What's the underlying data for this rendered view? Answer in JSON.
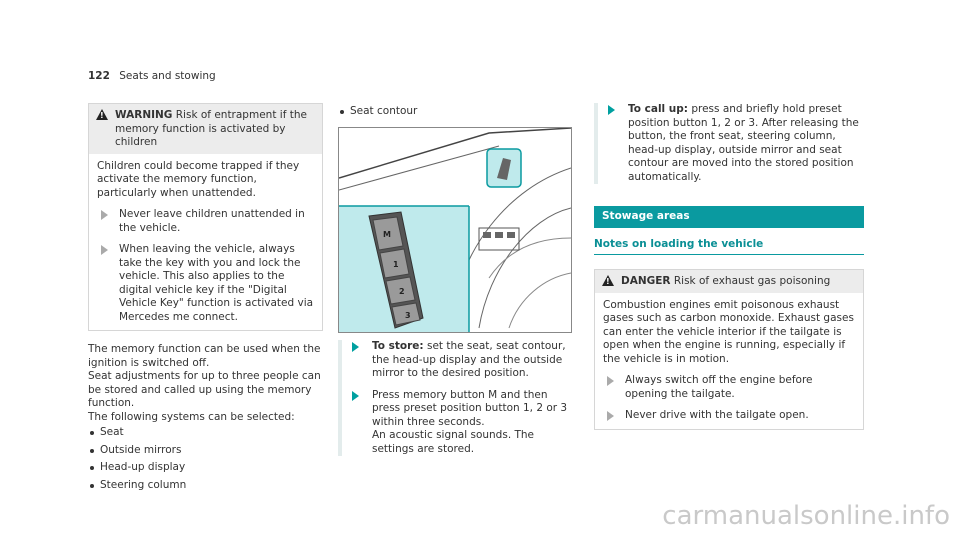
{
  "header": {
    "page_number": "122",
    "section": "Seats and stowing"
  },
  "left": {
    "warning": {
      "label": "WARNING",
      "title": "Risk of entrapment if the memory function is activated by children",
      "body": "Children could become trapped if they activate the memory function, particularly when unattended.",
      "steps": [
        "Never leave children unattended in the vehicle.",
        "When leaving the vehicle, always take the key with you and lock the vehicle. This also applies to the digital vehicle key if the \"Digital Vehicle Key\" function is activated via Mercedes me connect."
      ]
    },
    "para1": "The memory function can be used when the ignition is switched off.",
    "para2": "Seat adjustments for up to three people can be stored and called up using the memory function.",
    "para3": "The following systems can be selected:",
    "systems": [
      "Seat",
      "Outside mirrors",
      "Head-up display",
      "Steering column"
    ]
  },
  "middle": {
    "bullet": "Seat contour",
    "illustration": {
      "icon": "door-memory-buttons-illustration",
      "buttons": [
        "M",
        "1",
        "2",
        "3"
      ]
    },
    "steps": [
      {
        "lead": "To store:",
        "text": "set the seat, seat contour, the head-up display and the outside mirror to the desired position."
      },
      {
        "lead": "",
        "text": "Press memory button M and then press preset position button 1, 2 or 3 within three seconds."
      },
      {
        "lead": "",
        "text": "An acoustic signal sounds. The settings are stored."
      }
    ]
  },
  "right": {
    "step": {
      "lead": "To call up:",
      "text": "press and briefly hold preset position button 1, 2 or 3. After releasing the button, the front seat, steering column, head-up display, outside mirror and seat contour are moved into the stored position automatically."
    },
    "section_title": "Stowage areas",
    "subsection_title": "Notes on loading the vehicle",
    "danger": {
      "label": "DANGER",
      "title": "Risk of exhaust gas poisoning",
      "body": "Combustion engines emit poisonous exhaust gases such as carbon monoxide. Exhaust gases can enter the vehicle interior if the tailgate is open when the engine is running, especially if the vehicle is in motion.",
      "steps": [
        "Always switch off the engine before opening the tailgate.",
        "Never drive with the tailgate open."
      ]
    }
  },
  "footer": {
    "watermark": "carmanualsonline.info"
  },
  "colors": {
    "accent": "#0a9aa0",
    "illus_bg": "#bfeaec"
  }
}
